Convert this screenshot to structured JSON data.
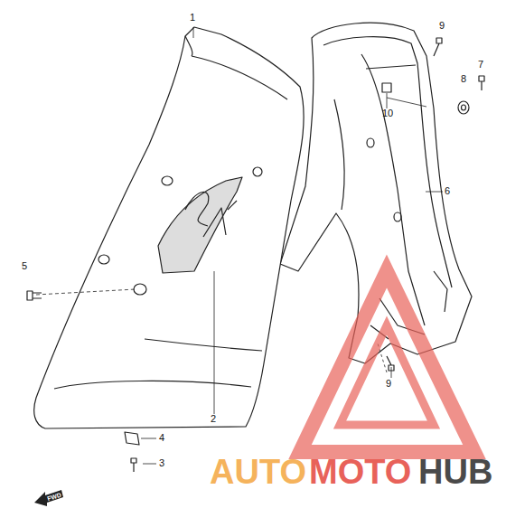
{
  "diagram": {
    "labels": [
      "1",
      "2",
      "3",
      "4",
      "5",
      "6",
      "7",
      "8",
      "9",
      "10",
      "9",
      "AUTO",
      "MOTO",
      "HUB",
      "FWD"
    ]
  }
}
